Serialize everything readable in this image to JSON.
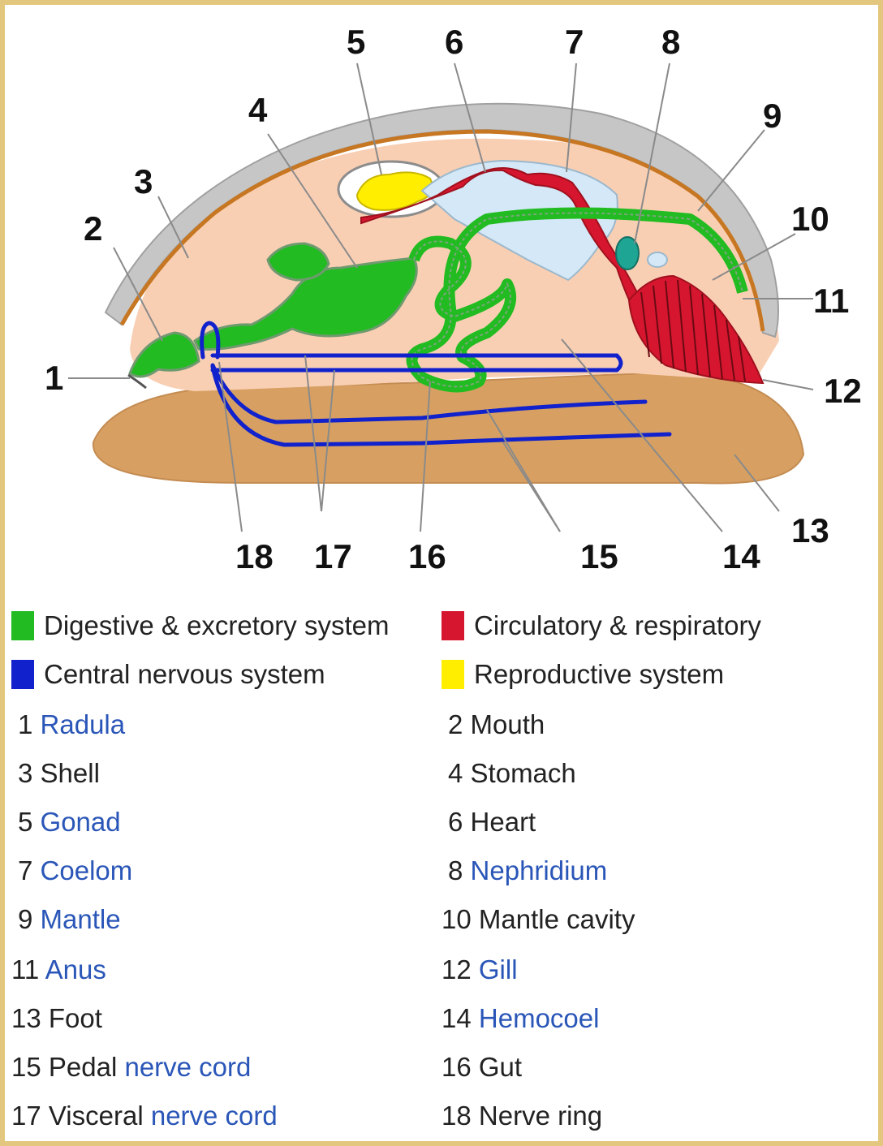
{
  "labels": [
    "1",
    "2",
    "3",
    "4",
    "5",
    "6",
    "7",
    "8",
    "9",
    "10",
    "11",
    "12",
    "13",
    "14",
    "15",
    "16",
    "17",
    "18"
  ],
  "legend": [
    {
      "label": "Digestive & excretory system",
      "color": "#22bb22"
    },
    {
      "label": "Circulatory & respiratory",
      "color": "#d6162e"
    },
    {
      "label": "Central nervous system",
      "color": "#1122cc"
    },
    {
      "label": "Reproductive system",
      "color": "#ffee00"
    }
  ],
  "parts": [
    {
      "num": "1",
      "name": "Radula",
      "extra": ""
    },
    {
      "num": "2",
      "name": "Mouth",
      "extra": ""
    },
    {
      "num": "3",
      "name": "Shell",
      "extra": ""
    },
    {
      "num": "4",
      "name": "Stomach",
      "extra": ""
    },
    {
      "num": "5",
      "name": "Gonad",
      "extra": ""
    },
    {
      "num": "6",
      "name": "Heart",
      "extra": ""
    },
    {
      "num": "7",
      "name": "Coelom",
      "extra": ""
    },
    {
      "num": "8",
      "name": "Nephridium",
      "extra": ""
    },
    {
      "num": "9",
      "name": "Mantle",
      "extra": ""
    },
    {
      "num": "10",
      "name": "Mantle cavity",
      "extra": ""
    },
    {
      "num": "11",
      "name": "Anus",
      "extra": ""
    },
    {
      "num": "12",
      "name": "Gill",
      "extra": ""
    },
    {
      "num": "13",
      "name": "Foot",
      "extra": ""
    },
    {
      "num": "14",
      "name": "Hemocoel",
      "extra": ""
    },
    {
      "num": "15",
      "name": "Pedal",
      "extra": "nerve cord"
    },
    {
      "num": "16",
      "name": "Gut",
      "extra": ""
    },
    {
      "num": "17",
      "name": "Visceral",
      "extra": "nerve cord"
    },
    {
      "num": "18",
      "name": "Nerve ring",
      "extra": ""
    }
  ],
  "colors": {
    "link": "#2a56b8",
    "frame": "#e4c77e"
  }
}
